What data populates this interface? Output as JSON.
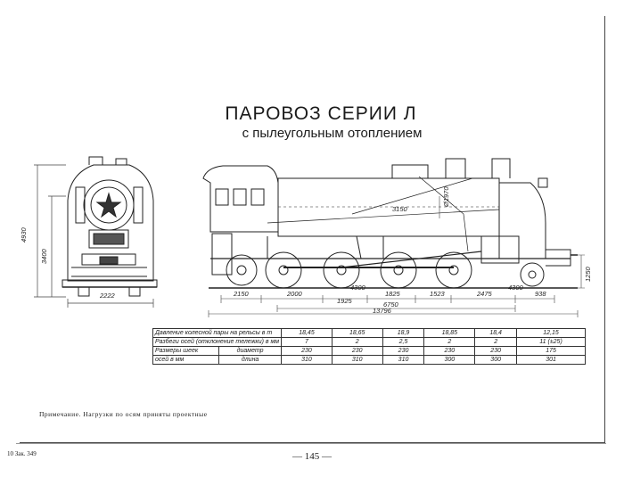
{
  "title": "ПАРОВОЗ СЕРИИ Л",
  "subtitle": "с пылеугольным отоплением",
  "front_view": {
    "dims": {
      "height_total": "4930",
      "height_boiler": "3400",
      "width": "2222"
    }
  },
  "side_view": {
    "dims": {
      "top_1": "3150",
      "top_2": "Ø1970",
      "axle_spacing": [
        "2150",
        "2000",
        "1925",
        "1825",
        "1523",
        "2475",
        "938"
      ],
      "sub_small_1": "4300",
      "sub_small_2": "4300",
      "rail_height": "1250",
      "wheelbase": "6750",
      "total_length": "13796"
    }
  },
  "table": {
    "rows": [
      {
        "label": "Давление колесной пары на рельсы в т",
        "sub": "",
        "values": [
          "18,45",
          "18,65",
          "18,9",
          "18,85",
          "18,4",
          "12,15"
        ]
      },
      {
        "label": "Разбеги осей (отклонение тележки) в мм",
        "sub": "",
        "values": [
          "7",
          "2",
          "2,5",
          "2",
          "2",
          "11 (±25)"
        ]
      },
      {
        "label": "Размеры шеек",
        "sub": "диаметр",
        "values": [
          "230",
          "230",
          "230",
          "230",
          "230",
          "175"
        ]
      },
      {
        "label": "осей в мм",
        "sub": "длина",
        "values": [
          "310",
          "310",
          "310",
          "300",
          "300",
          "301"
        ]
      }
    ]
  },
  "note": "Примечание. Нагрузки по осям приняты проектные",
  "footer_left": "10 Зак. 349",
  "page_number": "— 145 —"
}
